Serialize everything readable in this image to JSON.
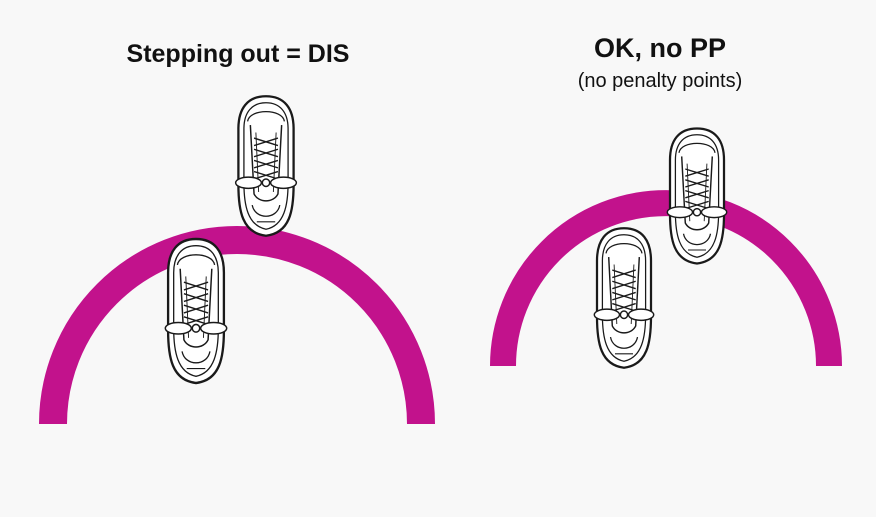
{
  "left_panel": {
    "title": "Stepping out = DIS"
  },
  "right_panel": {
    "title": "OK, no PP",
    "subtitle": "(no penalty points)"
  },
  "colors": {
    "line": "#c2128c",
    "background": "#f8f8f8",
    "text": "#111111",
    "shoe_outline": "#1a1a1a",
    "shoe_fill": "#ffffff"
  },
  "icons": {
    "shoe": "sneaker-top-view-icon"
  }
}
